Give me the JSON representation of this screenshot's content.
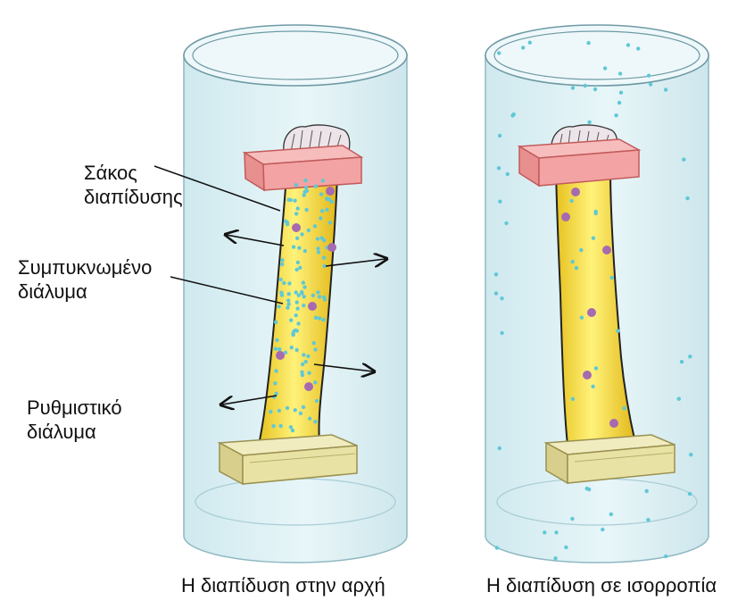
{
  "labels": {
    "dialysis_sac": "Σάκος\nδιαπίδυσης",
    "concentrated_solution": "Συμπυκνωμένο\nδιάλυμα",
    "buffer_solution": "Ρυθμιστικό\nδιάλυμα"
  },
  "captions": {
    "start": "Η διαπίδυση στην αρχή",
    "equilibrium": "Η διαπίδυση σε ισορροπία"
  },
  "colors": {
    "water": "#dff1f5",
    "water_edge": "#8fb8c2",
    "sac": "#f3d632",
    "sac_edge": "#222222",
    "clamp_top": "#f3a3a3",
    "clamp_bottom": "#e8e2a4",
    "small_particle": "#5fc8d6",
    "large_particle": "#a66ab0"
  }
}
